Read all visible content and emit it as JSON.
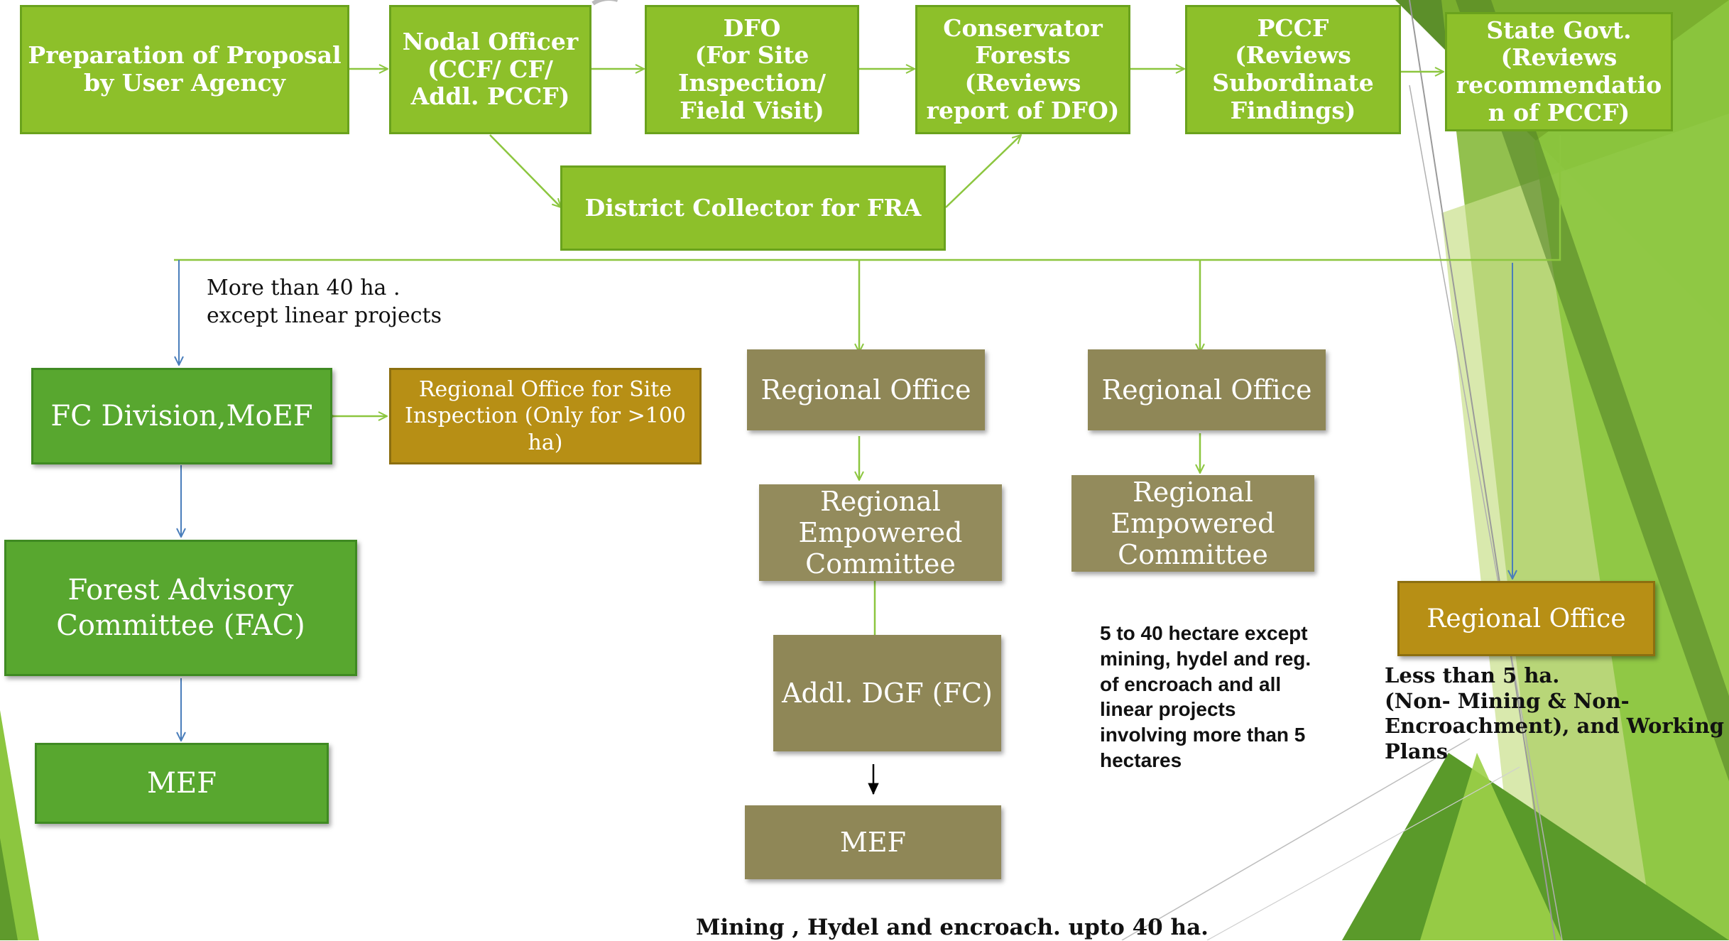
{
  "colors": {
    "top_box_fill": "#8dc02a",
    "green_box_fill": "#58a72f",
    "olive_box_fill": "#8f8757",
    "gold_box_fill": "#b78f15",
    "green_arrow": "#8cc63f",
    "blue_arrow": "#4a7ebb"
  },
  "flow": {
    "proposal": "Preparation of Proposal\nby User Agency",
    "nodal_officer": "Nodal Officer\n(CCF/ CF/\nAddl. PCCF)",
    "dfo": "DFO\n(For Site\nInspection/\nField Visit)",
    "conservator": "Conservator\nForests\n(Reviews\nreport of DFO)",
    "pccf": "PCCF\n(Reviews\nSubordinate\nFindings)",
    "state_govt": "State Govt.\n(Reviews\nrecommendatio\nn of PCCF)",
    "district_collector": "District Collector for FRA"
  },
  "branch_large": {
    "label": "More than 40 ha .\nexcept linear projects",
    "fc_division": "FC Division,MoEF",
    "site_inspection": "Regional Office for Site\nInspection  (Only for >100\nha)",
    "fac": "Forest Advisory\nCommittee (FAC)",
    "mef": "MEF"
  },
  "branch_mining": {
    "regional_office": "Regional Office",
    "rec": "Regional\nEmpowered\nCommittee",
    "addl_dgf": "Addl. DGF (FC)",
    "mef": "MEF",
    "label": "Mining , Hydel and encroach. upto 40 ha."
  },
  "branch_medium": {
    "regional_office": "Regional Office",
    "rec": "Regional\nEmpowered\nCommittee",
    "label": "5 to 40 hectare  except\nmining, hydel and reg.\nof encroach and all\nlinear  projects\ninvolving more than  5\nhectares"
  },
  "branch_small": {
    "regional_office": "Regional Office",
    "label": "Less than  5 ha.\n(Non- Mining &  Non-\nEncroachment), and  Working\nPlans"
  }
}
